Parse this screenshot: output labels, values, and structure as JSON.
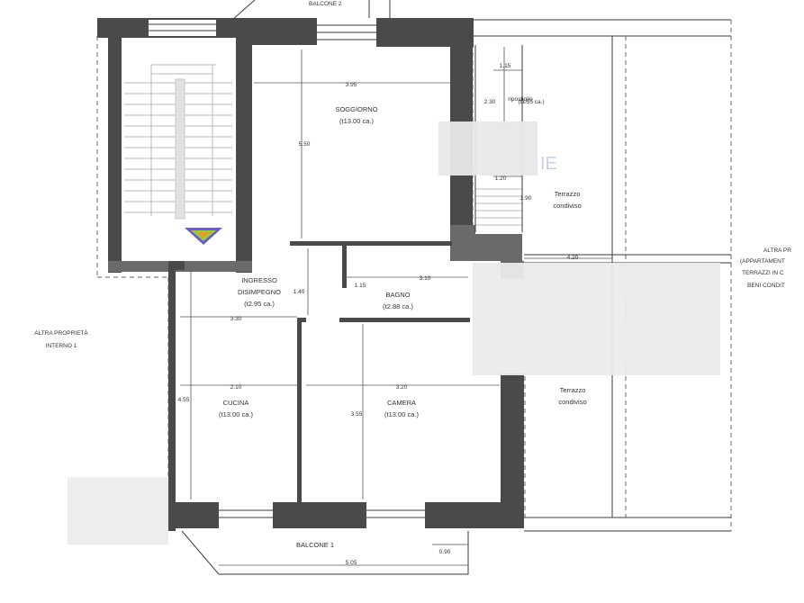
{
  "labels": {
    "balcone_2": "BALCONE 2",
    "soggiorno": "SOGGIORNO",
    "soggiorno_area": "(t13.00 ca.)",
    "ingresso": "INGRESSO",
    "disimpegno": "DISIMPEGNO",
    "disimpegno_area": "(t2.95 ca.)",
    "bagno": "BAGNO",
    "bagno_area": "(t2.88 ca.)",
    "cucina": "CUCINA",
    "cucina_area": "(t13.00 ca.)",
    "camera": "CAMERA",
    "camera_area": "(t13.00 ca.)",
    "balcone_1": "BALCONE 1",
    "altra_proprieta_1": "ALTRA PROPRIETÀ",
    "interno_1": "INTERNO 1",
    "terrazzo_1": "Terrazzo",
    "condiviso_1": "condiviso",
    "terrazzo_2": "Terrazzo",
    "condiviso_2": "condiviso",
    "right_1": "ALTRA PR",
    "right_2": "(APPARTAMENT",
    "right_3": "TERRAZZI IN C",
    "right_4": "BENI CONDIT",
    "watermark": "IE"
  },
  "dimensions": {
    "d_395": "3.95",
    "d_550": "5.50",
    "d_115": "1.15",
    "d_230": "2.30",
    "d_120": "1.20",
    "d_190": "1.90",
    "d_420": "4.20",
    "d_140": "1.40",
    "d_115b": "1.15",
    "d_310": "3.10",
    "d_330": "3.30",
    "d_210": "2.10",
    "d_320": "3.20",
    "d_455": "4.55",
    "d_355": "3.55",
    "d_090": "0.90",
    "d_505": "5.05",
    "rot_1": "ripostiglio",
    "rot_2": "(t1.55 ca.)"
  }
}
